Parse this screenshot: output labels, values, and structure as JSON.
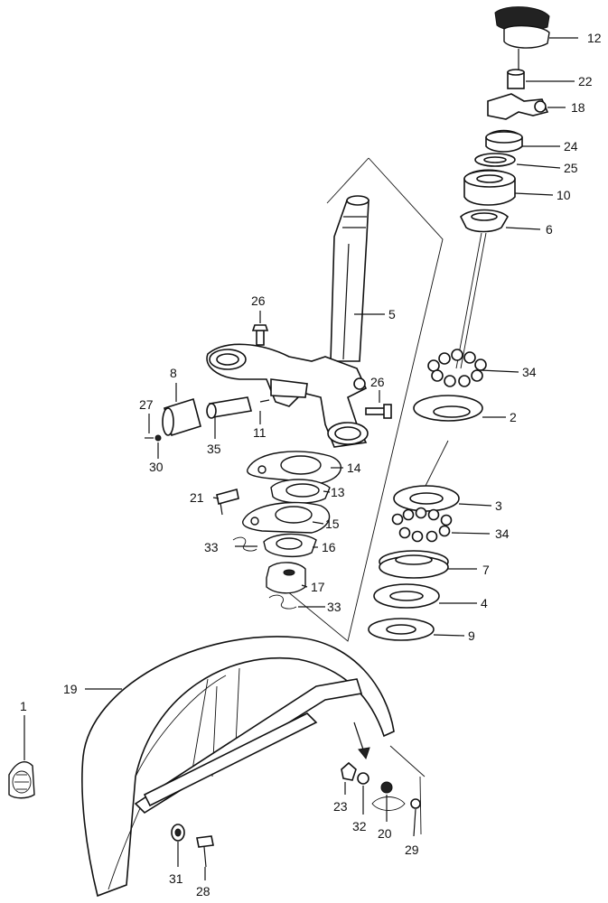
{
  "callouts": {
    "p1": "1",
    "p2": "2",
    "p3": "3",
    "p4": "4",
    "p5": "5",
    "p6": "6",
    "p7": "7",
    "p8": "8",
    "p9": "9",
    "p10": "10",
    "p11": "11",
    "p12": "12",
    "p13": "13",
    "p14": "14",
    "p15": "15",
    "p16": "16",
    "p17": "17",
    "p18": "18",
    "p19": "19",
    "p20": "20",
    "p21": "21",
    "p22": "22",
    "p23": "23",
    "p24": "24",
    "p25": "25",
    "p26a": "26",
    "p26b": "26",
    "p27": "27",
    "p28": "28",
    "p29": "29",
    "p30": "30",
    "p31": "31",
    "p32": "32",
    "p33a": "33",
    "p33b": "33",
    "p34a": "34",
    "p34b": "34",
    "p35": "35"
  }
}
